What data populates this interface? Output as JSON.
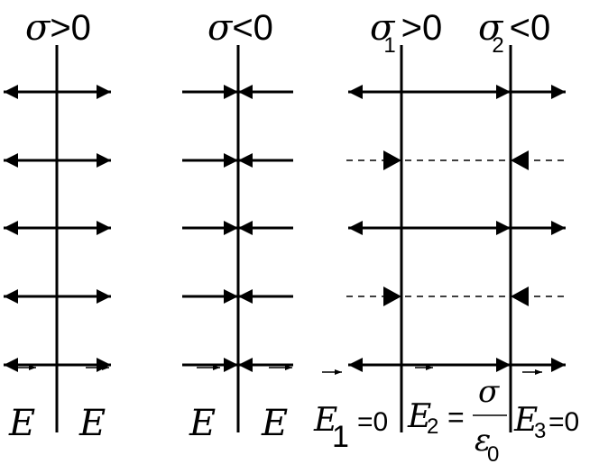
{
  "panels": [
    {
      "id": "positive-sheet",
      "header": {
        "symbol": "σ",
        "subscript": "",
        "relation": ">",
        "value": "0"
      },
      "field_labels": [
        {
          "symbol": "E",
          "subscript": "",
          "suffix": ""
        },
        {
          "symbol": "E",
          "subscript": "",
          "suffix": ""
        }
      ]
    },
    {
      "id": "negative-sheet",
      "header": {
        "symbol": "σ",
        "subscript": "",
        "relation": "<",
        "value": "0"
      },
      "field_labels": [
        {
          "symbol": "E",
          "subscript": "",
          "suffix": ""
        },
        {
          "symbol": "E",
          "subscript": "",
          "suffix": ""
        }
      ]
    },
    {
      "id": "two-sheets",
      "headers": [
        {
          "symbol": "σ",
          "subscript": "1",
          "relation": ">",
          "value": "0"
        },
        {
          "symbol": "σ",
          "subscript": "2",
          "relation": "<",
          "value": "0"
        }
      ],
      "field_labels": [
        {
          "symbol": "E",
          "subscript": "1",
          "suffix": "=0"
        },
        {
          "symbol": "E",
          "subscript": "2",
          "suffix": "=",
          "fraction": {
            "numerator": "σ",
            "denominator": "ε",
            "denominator_subscript": "0"
          }
        },
        {
          "symbol": "E",
          "subscript": "3",
          "suffix": "=0"
        }
      ]
    }
  ],
  "colors": {
    "ink": "#000000",
    "background": "#ffffff"
  }
}
